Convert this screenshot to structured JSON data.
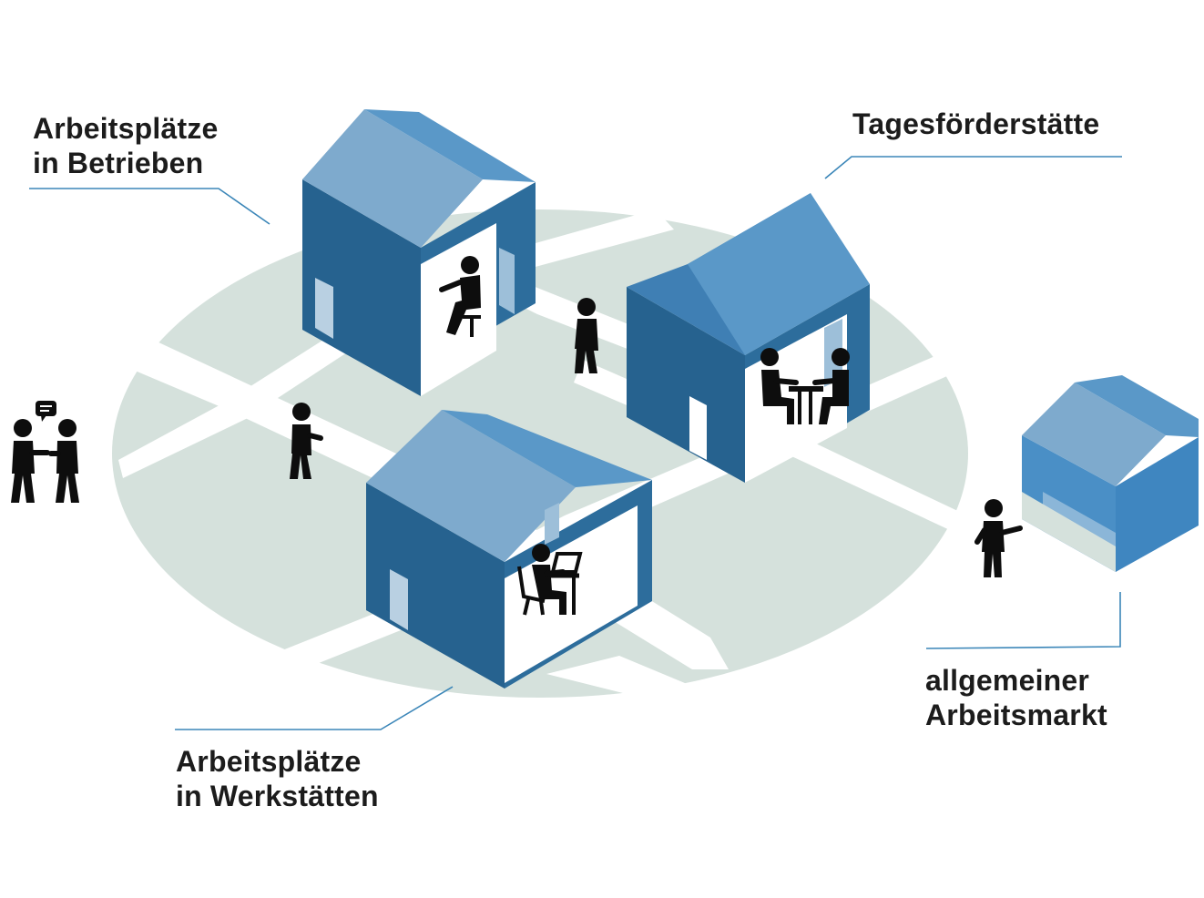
{
  "labels": {
    "betriebe": {
      "line1": "Arbeitsplätze",
      "line2": "in Betrieben"
    },
    "tagesfoerderstaette": {
      "line1": "Tagesförderstätte"
    },
    "werkstaetten": {
      "line1": "Arbeitsplätze",
      "line2": "in Werkstätten"
    },
    "arbeitsmarkt": {
      "line1": "allgemeiner",
      "line2": "Arbeitsmarkt"
    }
  },
  "colors": {
    "ground": "#d5e1dc",
    "path": "#ffffff",
    "wall_dark": "#26628f",
    "wall_side": "#2d6d9c",
    "roof_light": "#7eaacd",
    "roof_mid": "#5a98c8",
    "house_open_light": "#8bb6d8",
    "house_open_mid": "#4a8fc6",
    "leader_line": "#3b86b8",
    "figure": "#0d0d0d"
  },
  "icons": {
    "houses": [
      "house-betriebe-icon",
      "house-tagesfoerderstaette-icon",
      "house-werkstaetten-icon",
      "house-arbeitsmarkt-icon"
    ],
    "people": [
      "sitting-worker-icon",
      "walking-person-icon",
      "conversation-icon",
      "table-meeting-icon",
      "computer-worker-icon",
      "pointing-person-icon",
      "speech-bubble-icon"
    ]
  }
}
